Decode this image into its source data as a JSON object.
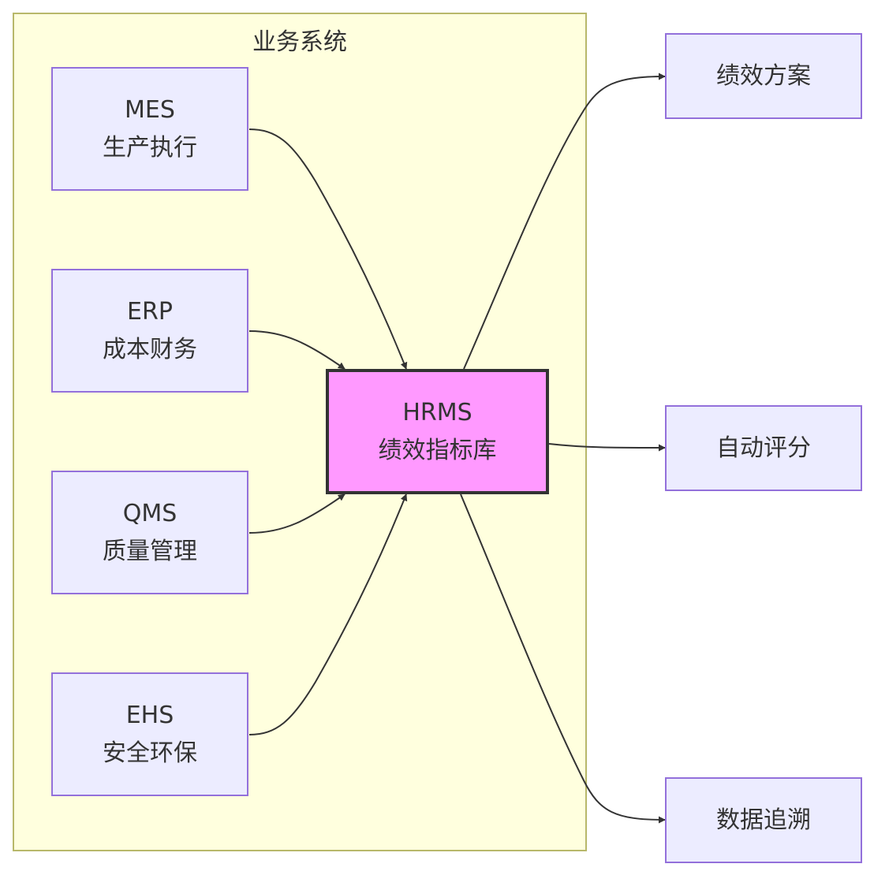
{
  "cluster": {
    "title": "业务系统"
  },
  "nodes": {
    "mes": {
      "line1": "MES",
      "line2": "生产执行"
    },
    "erp": {
      "line1": "ERP",
      "line2": "成本财务"
    },
    "qms": {
      "line1": "QMS",
      "line2": "质量管理"
    },
    "ehs": {
      "line1": "EHS",
      "line2": "安全环保"
    },
    "hrms": {
      "line1": "HRMS",
      "line2": "绩效指标库"
    },
    "plan": {
      "line1": "绩效方案"
    },
    "score": {
      "line1": "自动评分"
    },
    "trace": {
      "line1": "数据追溯"
    }
  },
  "colors": {
    "cluster_fill": "#ffffde",
    "cluster_border": "#b8b86a",
    "node_fill": "#ececff",
    "node_border": "#9370db",
    "hub_fill": "#ff99ff",
    "hub_border": "#333333",
    "edge": "#333333",
    "text": "#333333"
  },
  "edges": [
    {
      "from": "MES",
      "to": "HRMS"
    },
    {
      "from": "ERP",
      "to": "HRMS"
    },
    {
      "from": "QMS",
      "to": "HRMS"
    },
    {
      "from": "EHS",
      "to": "HRMS"
    },
    {
      "from": "HRMS",
      "to": "绩效方案"
    },
    {
      "from": "HRMS",
      "to": "自动评分"
    },
    {
      "from": "HRMS",
      "to": "数据追溯"
    }
  ]
}
